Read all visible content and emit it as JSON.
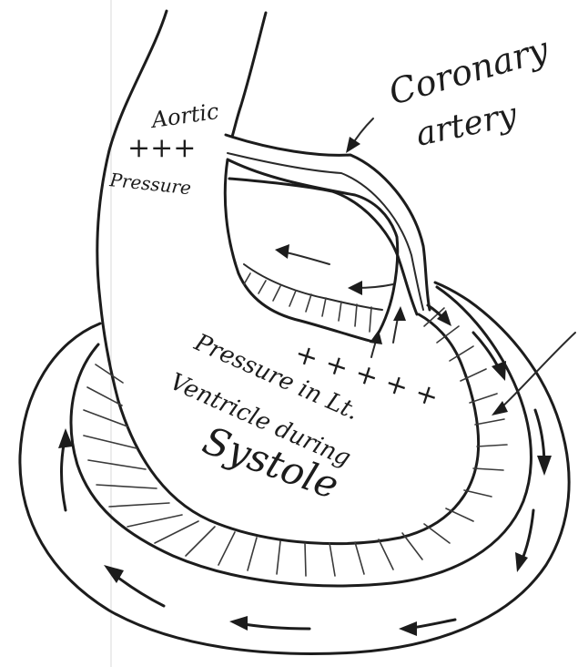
{
  "labels": {
    "aortic": "Aortic",
    "aortic_plus": "+++",
    "aortic_pressure": "Pressure",
    "coronary_1": "Coronary",
    "coronary_2": "artery",
    "ventricle_plus": "+ + + + +",
    "ventricle_1": "Pressure in Lt.",
    "ventricle_2": "Ventricle during",
    "ventricle_3": "Systole"
  },
  "colors": {
    "ink": "#1c1c1c",
    "paper": "#ffffff"
  }
}
